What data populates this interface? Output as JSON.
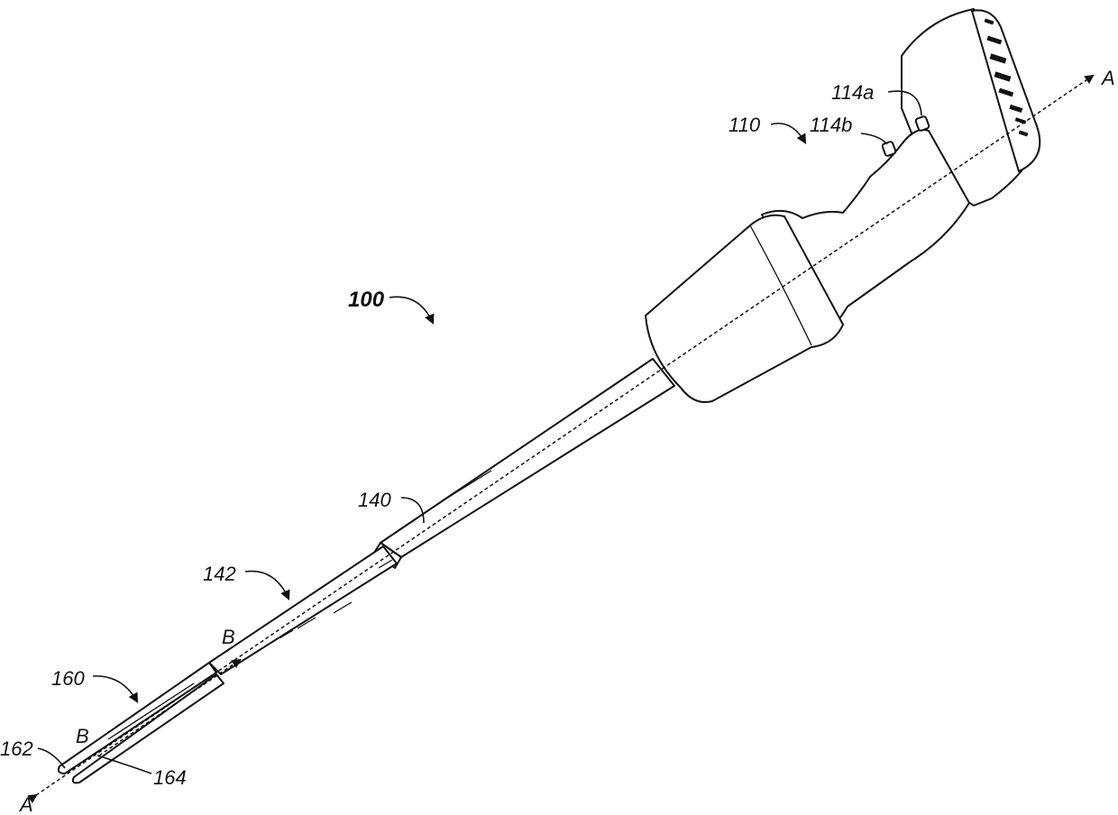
{
  "figure": {
    "ref_100": "100",
    "ref_110": "110",
    "ref_114a": "114a",
    "ref_114b": "114b",
    "ref_140": "140",
    "ref_142": "142",
    "ref_160": "160",
    "ref_162": "162",
    "ref_164": "164",
    "axis_a_top": "A",
    "axis_a_bottom": "A",
    "axis_b_upper": "B",
    "axis_b_lower": "B"
  }
}
